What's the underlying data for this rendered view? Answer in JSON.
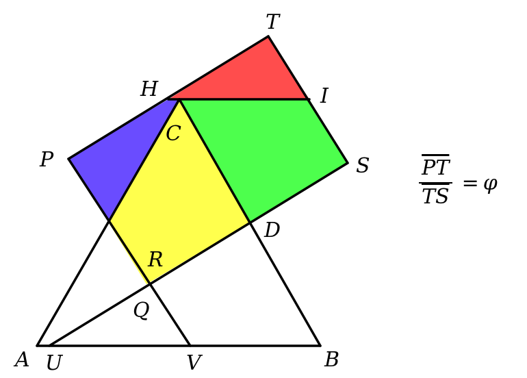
{
  "colors": {
    "red": "#ff4d4d",
    "blue": "#6a4cff",
    "green": "#4dff4d",
    "yellow": "#ffff4d",
    "line": "#000000"
  },
  "labels": {
    "T": "T",
    "H": "H",
    "I": "I",
    "C": "C",
    "P": "P",
    "S": "S",
    "D": "D",
    "R": "R",
    "Q": "Q",
    "A": "A",
    "U": "U",
    "V": "V",
    "B": "B"
  },
  "formula": {
    "numerator": "PT",
    "denominator": "TS",
    "equals": "=",
    "rhs": "φ"
  }
}
